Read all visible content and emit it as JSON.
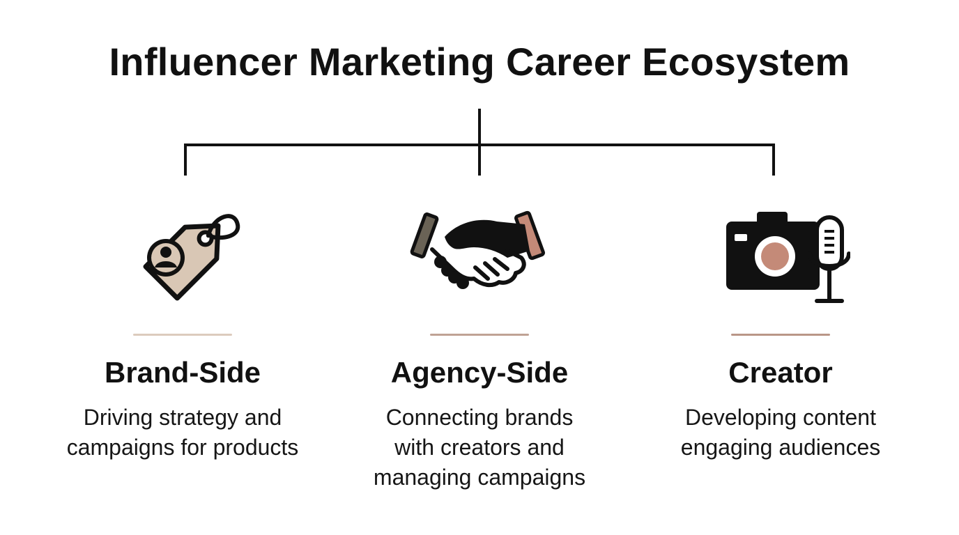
{
  "title": "Influencer Marketing Career Ecosystem",
  "colors": {
    "line": "#111111",
    "tag_fill": "#d9c7b5",
    "accent_brown": "#c48a78",
    "accent_gray": "#6a6356",
    "divider_light": "#dccbbd",
    "divider_mid": "#bfa294",
    "divider_dark": "#b99687"
  },
  "columns": [
    {
      "id": "brand",
      "icon": "price-tag-person-icon",
      "heading": "Brand-Side",
      "description_lines": [
        "Driving strategy and",
        "campaigns for products"
      ]
    },
    {
      "id": "agency",
      "icon": "handshake-icon",
      "heading": "Agency-Side",
      "description_lines": [
        "Connecting brands",
        "with creators and",
        "managing campaigns"
      ]
    },
    {
      "id": "creator",
      "icon": "camera-microphone-icon",
      "heading": "Creator",
      "description_lines": [
        "Developing content",
        "engaging audiences"
      ]
    }
  ]
}
